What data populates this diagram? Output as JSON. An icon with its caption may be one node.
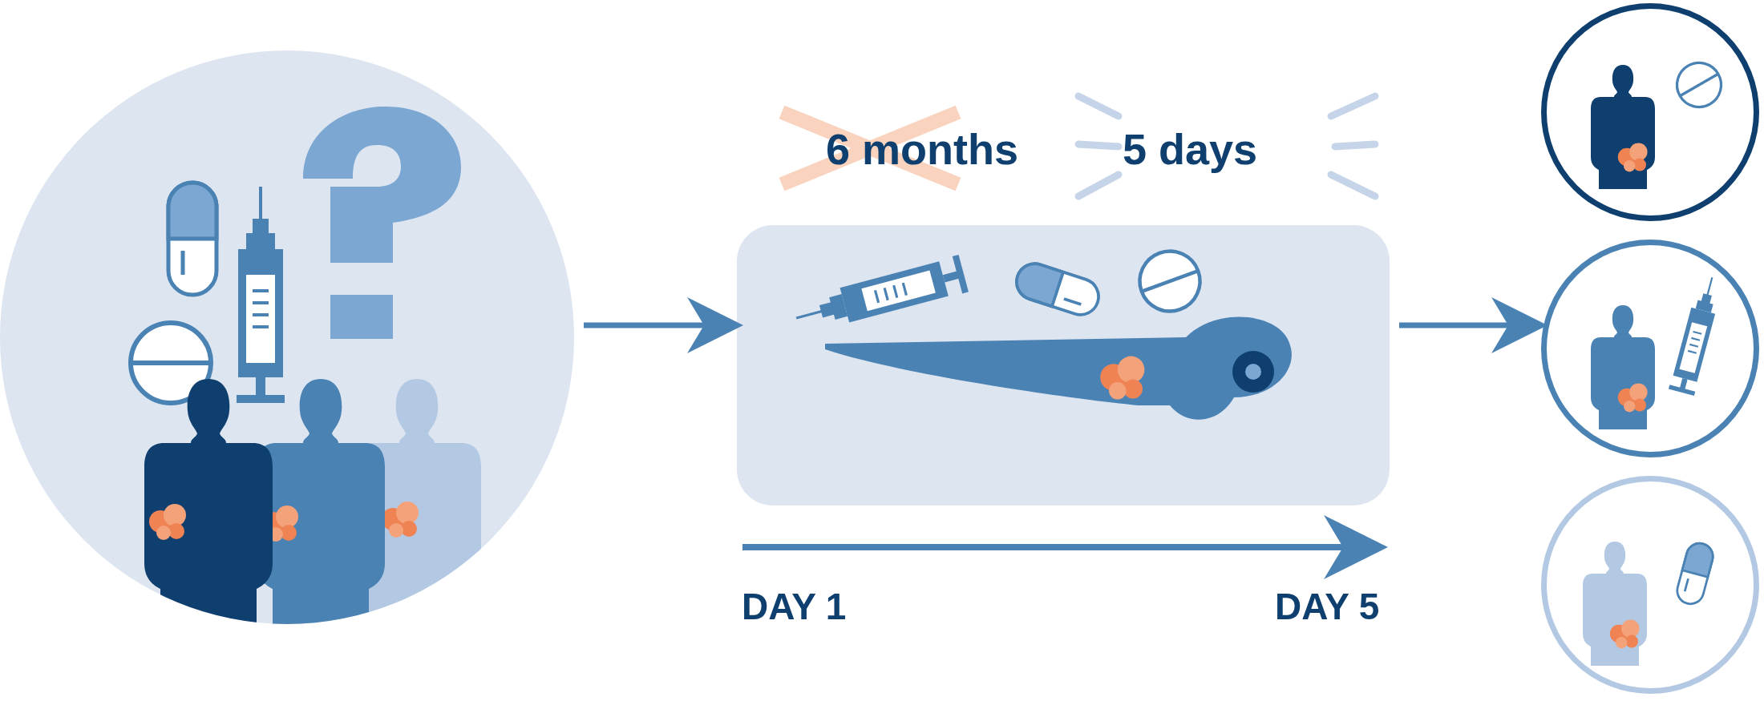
{
  "diagram": {
    "nodes": [
      {
        "text": [],
        "shape": "picture"
      },
      {
        "text": [],
        "shape": "picture"
      },
      {
        "text": [],
        "shape": "picture"
      },
      {
        "text": [],
        "shape": "picture"
      },
      {
        "text": [],
        "shape": "picture"
      }
    ],
    "edges": [
      {
        "from": 0,
        "to": 1,
        "arrow": "to"
      },
      {
        "from": 1,
        "to": 3,
        "arrow": "to"
      }
    ],
    "labels": [
      "6 months",
      "5 days",
      "DAY 1",
      "DAY 5"
    ]
  }
}
